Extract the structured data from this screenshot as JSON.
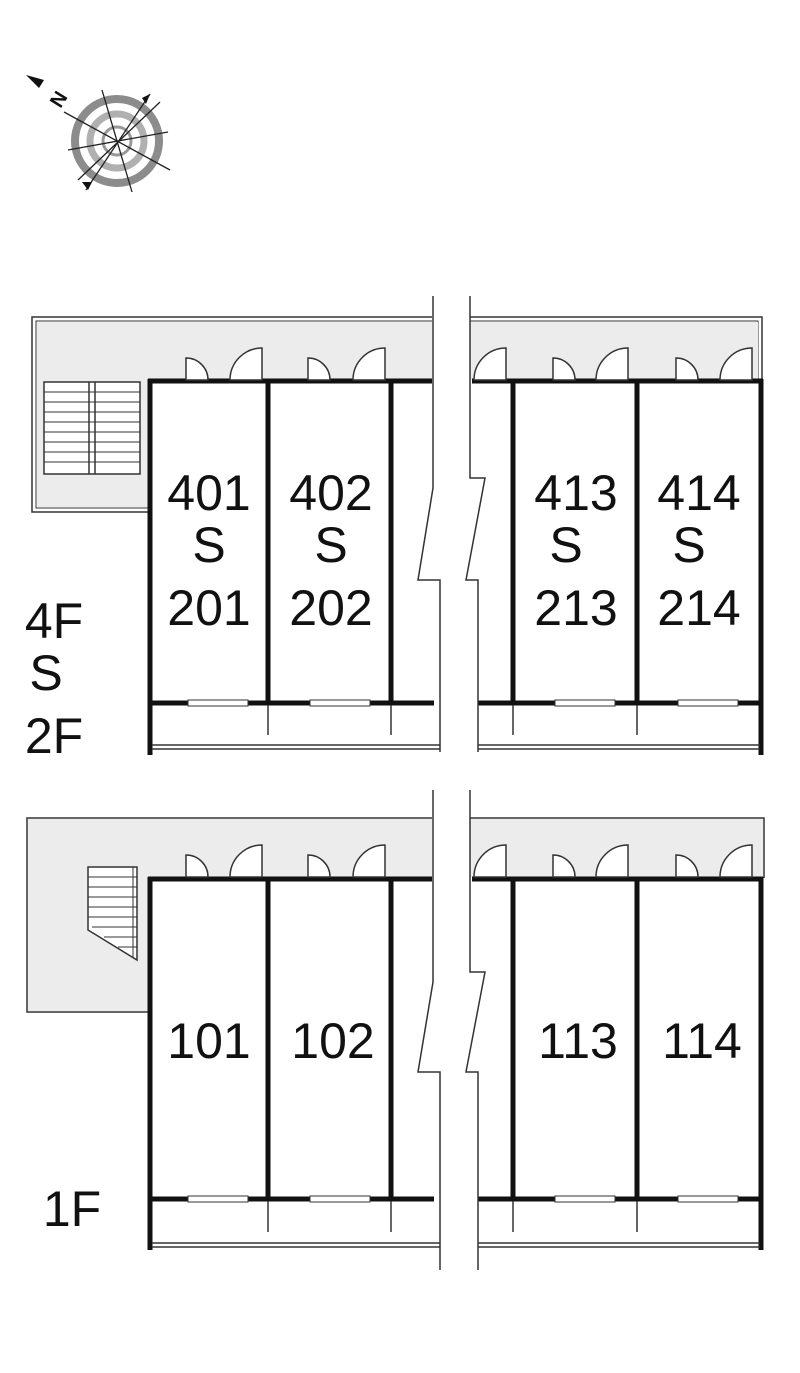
{
  "compass": {
    "north_label": "N",
    "icon": "compass-icon"
  },
  "colors": {
    "wall": "#111111",
    "corridor": "#ececec",
    "compass_ring": "#8c8c8c",
    "line": "#333333"
  },
  "upper_block": {
    "floor_label_top": "4F",
    "floor_label_sep": "S",
    "floor_label_bottom": "2F",
    "units": [
      {
        "top": "401",
        "sep": "S",
        "bottom": "201"
      },
      {
        "top": "402",
        "sep": "S",
        "bottom": "202"
      },
      {
        "top": "413",
        "sep": "S",
        "bottom": "213"
      },
      {
        "top": "414",
        "sep": "S",
        "bottom": "214"
      }
    ]
  },
  "lower_block": {
    "floor_label": "1F",
    "units": [
      {
        "label": "101"
      },
      {
        "label": "102"
      },
      {
        "label": "113"
      },
      {
        "label": "114"
      }
    ]
  }
}
